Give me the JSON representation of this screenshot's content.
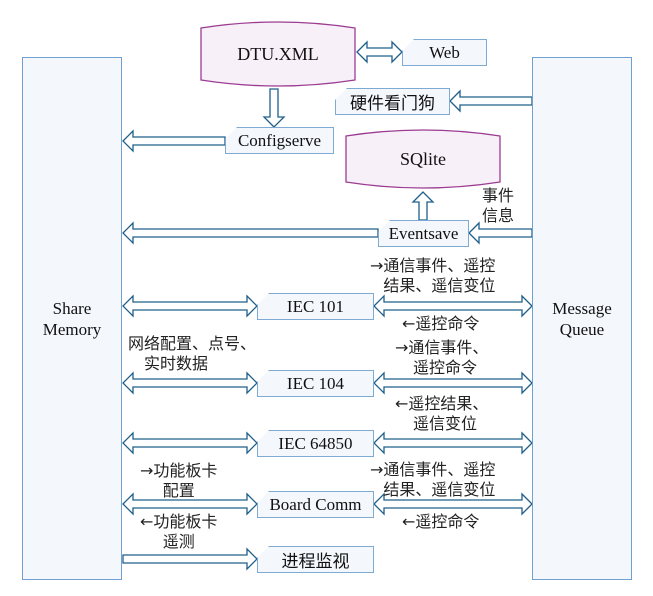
{
  "diagram": {
    "left_block": {
      "line1": "Share",
      "line2": "Memory"
    },
    "right_block": {
      "line1": "Message",
      "line2": "Queue"
    },
    "databases": {
      "dtu": "DTU.XML",
      "sqlite": "SQlite"
    },
    "modules": {
      "web": "Web",
      "watchdog": "硬件看门狗",
      "configserve": "Configserve",
      "eventsave": "Eventsave",
      "iec101": "IEC 101",
      "iec104": "IEC 104",
      "iec64850": "IEC 64850",
      "boardcomm": "Board Comm",
      "monitor": "进程监视"
    },
    "labels": {
      "event_info_1": "事件",
      "event_info_2": "信息",
      "iec101_right_top_1": "→通信事件、遥控",
      "iec101_right_top_2": "结果、遥信变位",
      "iec101_right_bottom": "←遥控命令",
      "iec104_left_1": "网络配置、点号、",
      "iec104_left_2": "实时数据",
      "iec104_right_top_1": "→通信事件、",
      "iec104_right_top_2": "遥控命令",
      "iec104_right_bottom_1": "←遥控结果、",
      "iec104_right_bottom_2": "遥信变位",
      "board_left_top_1": "→功能板卡",
      "board_left_top_2": "配置",
      "board_left_bottom_1": "←功能板卡",
      "board_left_bottom_2": "遥测",
      "board_right_top_1": "→通信事件、遥控",
      "board_right_top_2": "结果、遥信变位",
      "board_right_bottom": "←遥控命令"
    },
    "colors": {
      "box_fill": "#f4f8fd",
      "box_border": "#6fa0cf",
      "arrow_stroke": "#1f5f8b",
      "db_fill": "#f8f0f8",
      "db_border": "#9b3c92"
    }
  }
}
